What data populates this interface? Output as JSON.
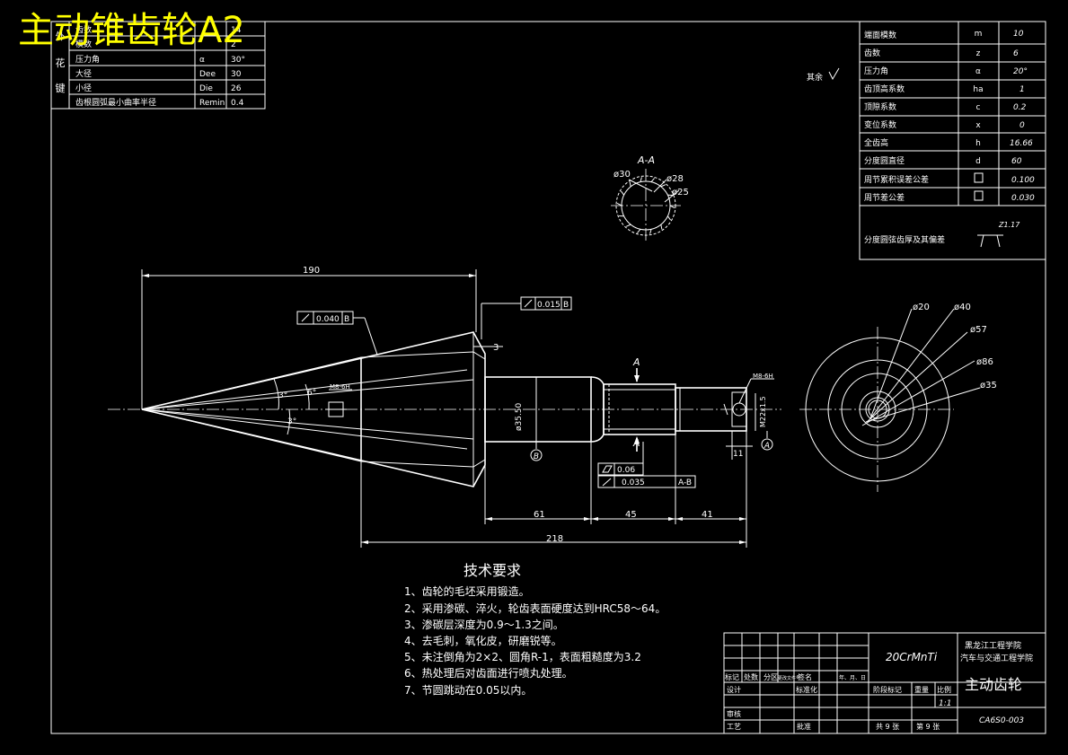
{
  "title": "主动锥齿轮A2",
  "spline_table": {
    "side_labels": [
      "外",
      "花",
      "键"
    ],
    "rows": [
      {
        "name": "齿数",
        "sym": "",
        "val": "14"
      },
      {
        "name": "模数",
        "sym": "",
        "val": "2"
      },
      {
        "name": "压力角",
        "sym": "α",
        "val": "30°"
      },
      {
        "name": "大径",
        "sym": "Dee",
        "val": "30"
      },
      {
        "name": "小径",
        "sym": "Die",
        "val": "26"
      },
      {
        "name": "齿根圆弧最小曲率半径",
        "sym": "Remin",
        "val": "0.4"
      }
    ]
  },
  "gear_table": {
    "rows": [
      {
        "name": "端面模数",
        "sym": "m",
        "val": "10"
      },
      {
        "name": "齿数",
        "sym": "z",
        "val": "6"
      },
      {
        "name": "压力角",
        "sym": "α",
        "val": "20°"
      },
      {
        "name": "齿顶高系数",
        "sym": "ha",
        "val": "1"
      },
      {
        "name": "顶隙系数",
        "sym": "c",
        "val": "0.2"
      },
      {
        "name": "变位系数",
        "sym": "x",
        "val": "0"
      },
      {
        "name": "全齿高",
        "sym": "h",
        "val": "16.66"
      },
      {
        "name": "分度圆直径",
        "sym": "d",
        "val": "60"
      },
      {
        "name": "周节累积误差公差",
        "sym": "",
        "val": "0.100"
      },
      {
        "name": "周节差公差",
        "sym": "",
        "val": "0.030"
      }
    ],
    "thickness_label": "分度圆弦齿厚及其偏差",
    "thickness_val": "Z1.17"
  },
  "surface_note": "其余",
  "section_label": "A-A",
  "section_dims": [
    "ø30",
    "ø28",
    "ø25"
  ],
  "dims": {
    "d190": "190",
    "d3": "3",
    "d61": "61",
    "d45": "45",
    "d41": "41",
    "d218": "218",
    "d11": "11",
    "ang3a": "3°",
    "ang6": "6°",
    "ang3b": "3°",
    "ds35": "ø35.50",
    "dm8": "M8-6H",
    "dm8b": "M8-6H",
    "dm2": "M22x1.5",
    "cut_a": "A"
  },
  "tolerances": {
    "left": {
      "value": "0.040",
      "datum": "B"
    },
    "top": {
      "value": "0.015",
      "datum": "B"
    },
    "bot1": {
      "value": "0.06"
    },
    "bot2": {
      "value": "0.035",
      "datum": "A-B"
    }
  },
  "datums": [
    "B",
    "A"
  ],
  "end_view_dims": [
    "ø20",
    "ø40",
    "ø57",
    "ø86",
    "ø35"
  ],
  "tech_requirements": {
    "heading": "技术要求",
    "items": [
      "1、齿轮的毛坯采用锻造。",
      "2、采用渗碳、淬火，轮齿表面硬度达到HRC58～64。",
      "3、渗碳层深度为0.9～1.3之间。",
      "4、去毛刺，氧化皮，研磨锐等。",
      "5、未注倒角为2×2、圆角R-1，表面粗糙度为3.2",
      "6、热处理后对齿面进行喷丸处理。",
      "7、节圆跳动在0.05以内。"
    ]
  },
  "title_block": {
    "material": "20CrMnTi",
    "school1": "黑龙江工程学院",
    "school2": "汽车与交通工程学院",
    "part_name": "主动齿轮",
    "row_labels": [
      "标记",
      "处数",
      "分区",
      "更改文件号",
      "签名",
      "年、月、日"
    ],
    "design": "设计",
    "std": "标准化",
    "stage": "阶段标记",
    "weight": "重量",
    "scale_label": "比例",
    "scale": "1:1",
    "review": "审核",
    "craft": "工艺",
    "approve": "批准",
    "sheets_total": "共 9 张",
    "sheet_no": "第 9 张",
    "drawing_no": "CA6S0-003"
  }
}
